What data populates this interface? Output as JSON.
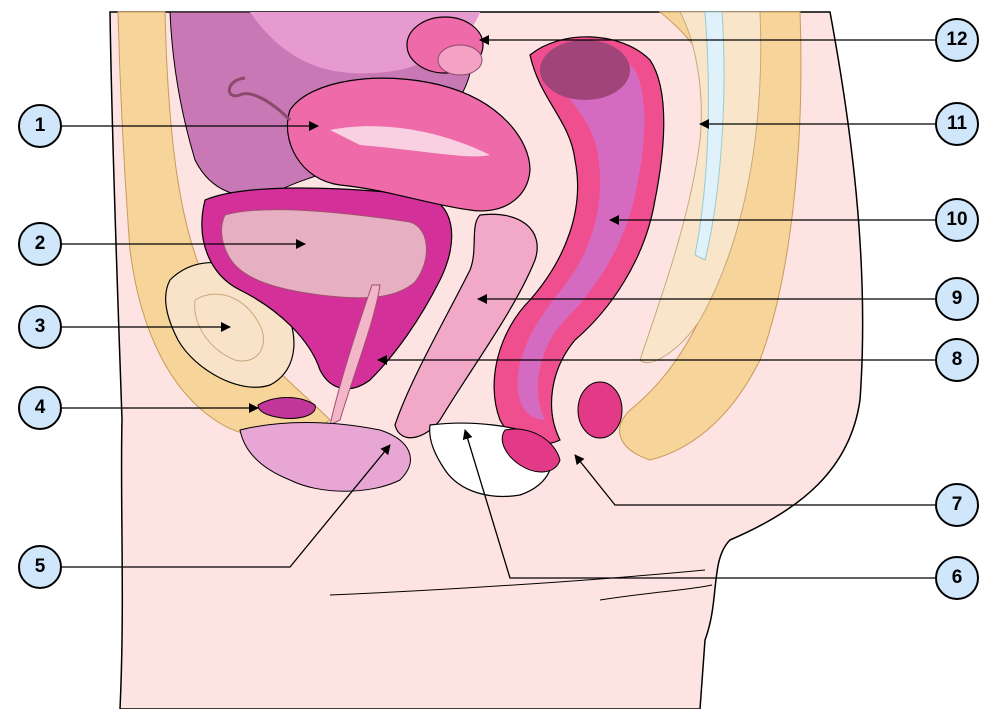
{
  "labels": {
    "n1": "1",
    "n2": "2",
    "n3": "3",
    "n4": "4",
    "n5": "5",
    "n6": "6",
    "n7": "7",
    "n8": "8",
    "n9": "9",
    "n10": "10",
    "n11": "11",
    "n12": "12"
  },
  "colors": {
    "skin": "#fde3e1",
    "fat": "#f7d59a",
    "uterus": "#ef6aa8",
    "bladder_wall": "#d4309a",
    "bladder_inner": "#e7b0c2",
    "rectum": "#d56bc0",
    "rectum_wall": "#ef4f8f",
    "peritoneum": "#c978b6",
    "bone": "#f9e5c9",
    "badge": "#cfe6fb"
  }
}
